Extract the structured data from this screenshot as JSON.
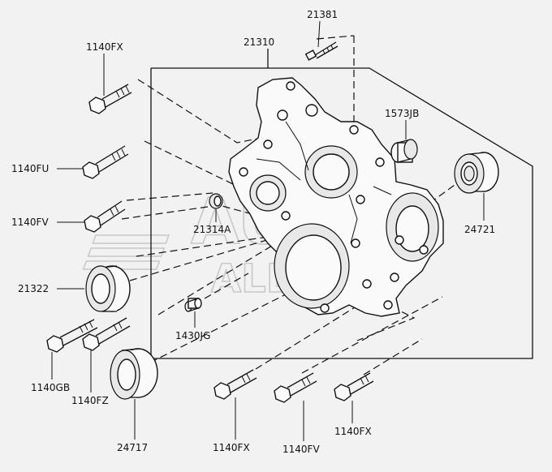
{
  "labels": {
    "p21381": "21381",
    "p1140fx_top": "1140FX",
    "p21310": "21310",
    "p1573jb": "1573JB",
    "p1140fu": "1140FU",
    "p1140fv_left": "1140FV",
    "p21314a": "21314A",
    "p24721": "24721",
    "p21322": "21322",
    "p1430jg": "1430JG",
    "p1140gb": "1140GB",
    "p1140fz": "1140FZ",
    "p1140fx_right": "1140FX",
    "p24717": "24717",
    "p1140fx_bottom": "1140FX",
    "p1140fv_bottom": "1140FV"
  },
  "watermark": {
    "text1": "AUTO",
    "text2": "ALLERIC"
  },
  "colors": {
    "line": "#111111",
    "background": "#f2f2f2",
    "watermark": "#c8c8c8"
  }
}
